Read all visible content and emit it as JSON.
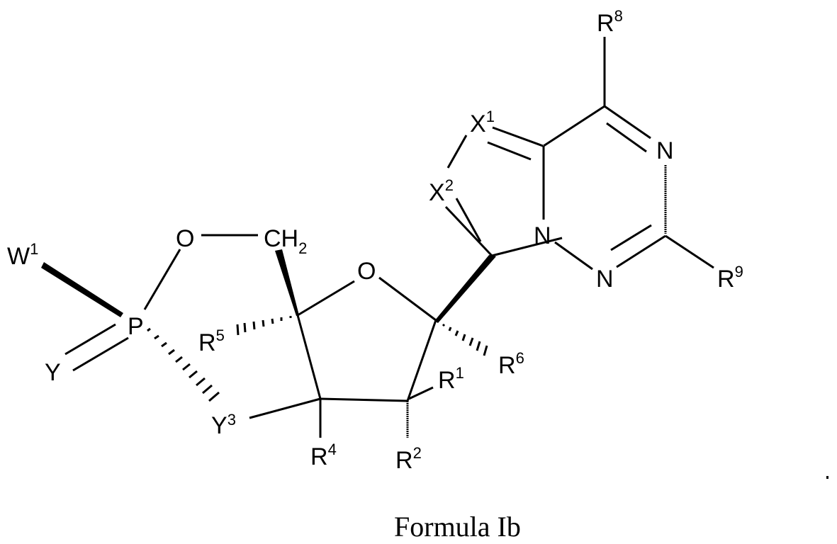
{
  "caption": "Formula Ib",
  "atoms": {
    "W1": {
      "label": "W",
      "sup": "1"
    },
    "P": {
      "label": "P"
    },
    "Y": {
      "label": "Y"
    },
    "Y3": {
      "label": "Y",
      "sup": "3"
    },
    "O_ring6": {
      "label": "O"
    },
    "CH2": {
      "label": "CH",
      "sub": "2"
    },
    "O_sugar": {
      "label": "O"
    },
    "R5": {
      "label": "R",
      "sup": "5"
    },
    "R4": {
      "label": "R",
      "sup": "4"
    },
    "R2": {
      "label": "R",
      "sup": "2"
    },
    "R1": {
      "label": "R",
      "sup": "1"
    },
    "R6": {
      "label": "R",
      "sup": "6"
    },
    "X1": {
      "label": "X",
      "sup": "1"
    },
    "X2": {
      "label": "X",
      "sup": "2"
    },
    "N_bridge": {
      "label": "N"
    },
    "N_top": {
      "label": "N"
    },
    "N_bottom": {
      "label": "N"
    },
    "R8": {
      "label": "R",
      "sup": "8"
    },
    "R9": {
      "label": "R",
      "sup": "9"
    }
  },
  "colors": {
    "ink": "#000000",
    "background": "#ffffff"
  }
}
